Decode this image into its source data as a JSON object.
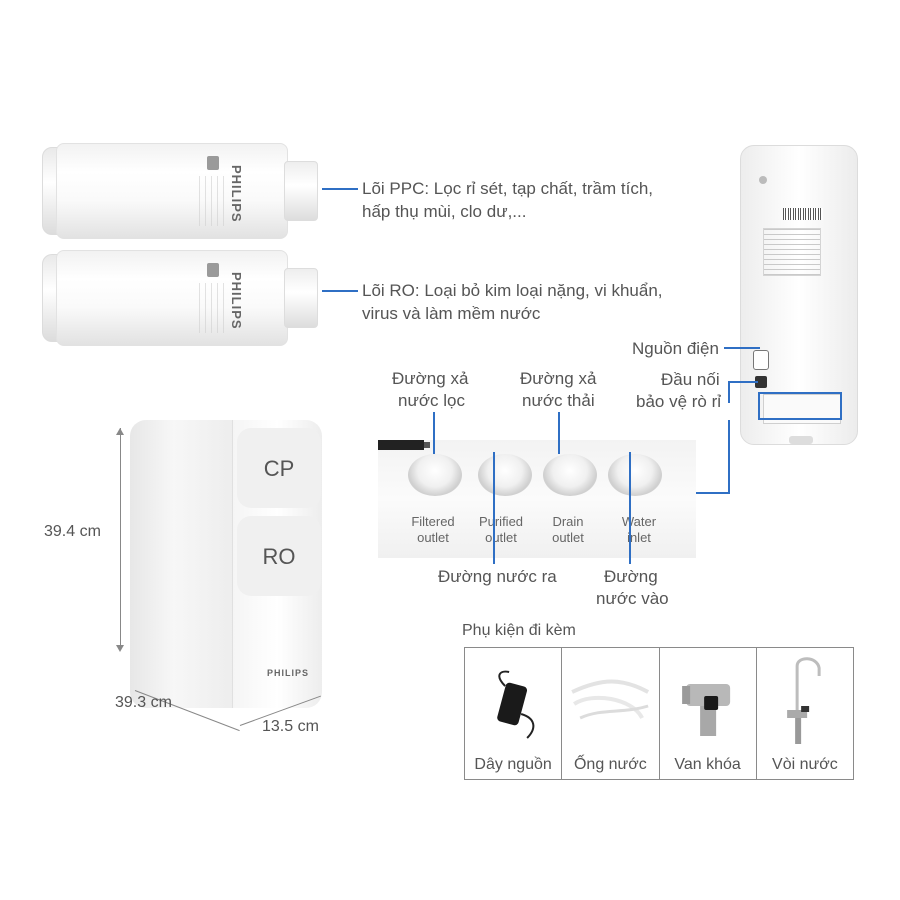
{
  "callouts": {
    "ppc_line1": "Lõi PPC: Lọc rỉ sét, tạp chất, trầm tích,",
    "ppc_line2": "hấp thụ mùi, clo dư,...",
    "ro_line1": "Lõi RO: Loại bỏ kim loại nặng, vi khuẩn,",
    "ro_line2": "virus và làm mềm nước",
    "power": "Nguồn điện",
    "leak_line1": "Đầu nối",
    "leak_line2": "bảo vệ rò rỉ",
    "filtered_drain_line1": "Đường xả",
    "filtered_drain_line2": "nước lọc",
    "waste_drain_line1": "Đường xả",
    "waste_drain_line2": "nước thải",
    "outlet": "Đường nước ra",
    "inlet_line1": "Đường",
    "inlet_line2": "nước vào"
  },
  "cartridges": {
    "brand": "PHILIPS"
  },
  "unit": {
    "panel_top": "CP",
    "panel_bottom": "RO",
    "brand": "PHILIPS"
  },
  "dimensions": {
    "height": "39.4 cm",
    "depth": "39.3 cm",
    "width": "13.5 cm"
  },
  "ports": [
    {
      "line1": "Filtered",
      "line2": "outlet"
    },
    {
      "line1": "Purified",
      "line2": "outlet"
    },
    {
      "line1": "Drain",
      "line2": "outlet"
    },
    {
      "line1": "Water",
      "line2": "inlet"
    }
  ],
  "accessories": {
    "title": "Phụ kiện đi kèm",
    "items": [
      "Dây nguồn",
      "Ống nước",
      "Van khóa",
      "Vòi nước"
    ]
  },
  "colors": {
    "accent": "#2f6fc4"
  }
}
